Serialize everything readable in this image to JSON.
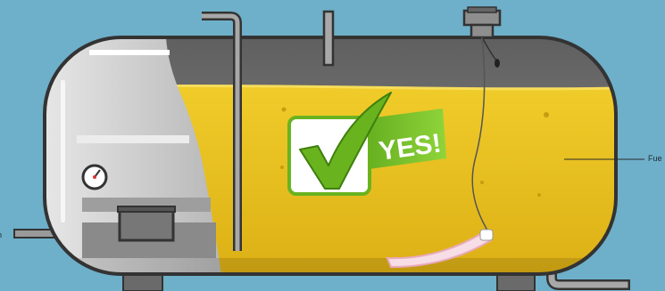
{
  "badge": {
    "text": "YES!"
  },
  "labels": {
    "right": "Fue",
    "left": "n"
  },
  "icons": {
    "badge": "checkmark-icon",
    "gauge": "pressure-gauge-icon"
  },
  "colors": {
    "background": "#6eafc9",
    "fuel": "#e3bb1c",
    "tank_outline": "#3a3a3a",
    "tank_empty": "#707070",
    "end_cap": "#c9c9c9",
    "pipe": "#9a9a9a",
    "check_green": "#69b31f",
    "float_pink": "#e9a9bb"
  }
}
